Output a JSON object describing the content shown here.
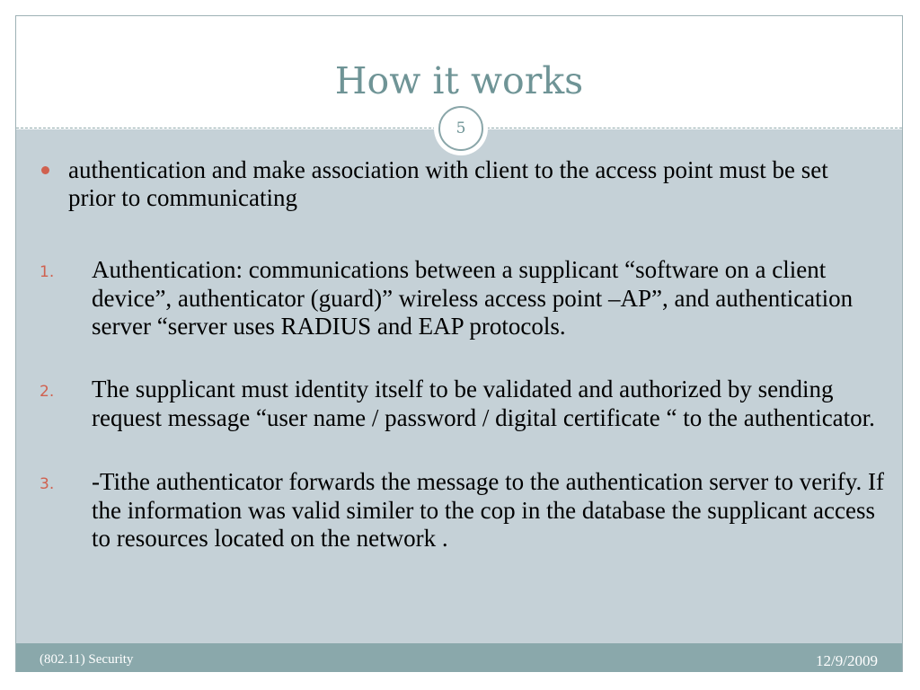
{
  "slide": {
    "title": "How it works",
    "slide_number": "5",
    "bullet": "authentication and make association with client to the access point must be set prior to communicating",
    "numbered_items": [
      {
        "marker": "1.",
        "text": "Authentication: communications between a supplicant “software on a client device”, authenticator (guard)” wireless access point –AP”, and authentication server “server uses RADIUS and EAP protocols."
      },
      {
        "marker": "2.",
        "text": "The supplicant must identity itself to be validated and authorized by sending request message “user name / password / digital certificate “ to the authenticator."
      },
      {
        "marker": "3.",
        "text": "-Tithe authenticator forwards the message to the authentication server to verify. If the information was valid similer to the cop in the database the supplicant access to resources located on the network ."
      }
    ]
  },
  "footer": {
    "left": "(802.11) Security",
    "right": "12/9/2009"
  },
  "colors": {
    "title": "#6f9496",
    "content_background": "#c5d1d7",
    "footer_background": "#8aa8ab",
    "accent_marker": "#d0614f"
  }
}
